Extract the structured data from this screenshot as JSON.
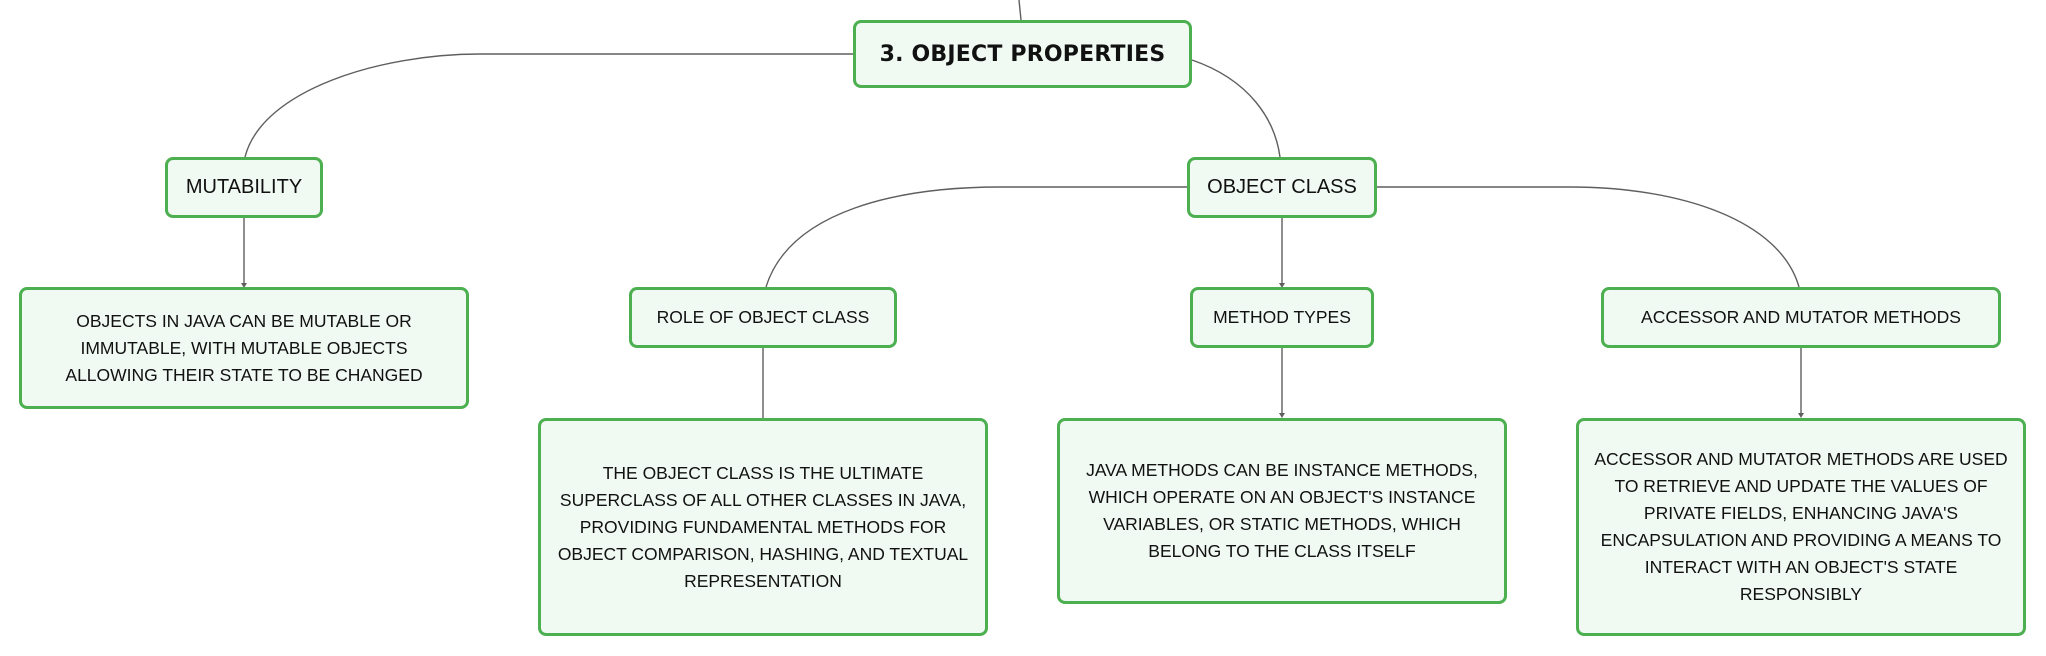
{
  "diagram": {
    "root": {
      "label": "3. OBJECT PROPERTIES"
    },
    "mutability": {
      "label": "MUTABILITY",
      "description": "OBJECTS IN JAVA CAN BE MUTABLE OR IMMUTABLE, WITH MUTABLE OBJECTS ALLOWING THEIR STATE TO BE CHANGED"
    },
    "object_class": {
      "label": "OBJECT CLASS",
      "children": [
        {
          "label": "ROLE OF OBJECT CLASS",
          "description": "THE OBJECT CLASS IS THE ULTIMATE SUPERCLASS OF ALL OTHER CLASSES IN JAVA, PROVIDING FUNDAMENTAL METHODS FOR OBJECT COMPARISON, HASHING, AND TEXTUAL REPRESENTATION"
        },
        {
          "label": "METHOD TYPES",
          "description": "JAVA METHODS CAN BE INSTANCE METHODS, WHICH OPERATE ON AN OBJECT'S INSTANCE VARIABLES, OR STATIC METHODS, WHICH BELONG TO THE CLASS ITSELF"
        },
        {
          "label": "ACCESSOR AND MUTATOR METHODS",
          "description": "ACCESSOR AND MUTATOR METHODS ARE USED TO RETRIEVE AND UPDATE THE VALUES OF PRIVATE FIELDS, ENHANCING JAVA'S ENCAPSULATION AND PROVIDING A MEANS TO INTERACT WITH AN OBJECT'S STATE RESPONSIBLY"
        }
      ]
    }
  },
  "colors": {
    "node_border": "#4caf50",
    "node_fill": "#f1f9f3",
    "connector": "#5f5f5f",
    "text": "#111111"
  }
}
